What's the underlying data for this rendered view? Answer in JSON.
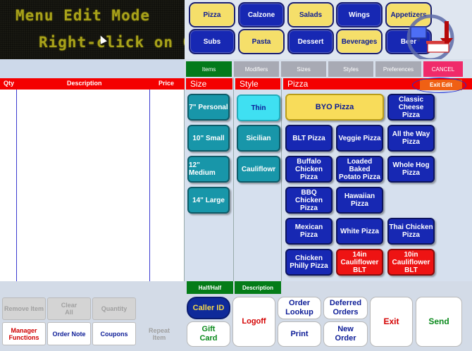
{
  "banner": {
    "line1": "Menu Edit Mode",
    "line2": "Right-click on Grou"
  },
  "categories": [
    {
      "label": "Pizza",
      "style": "y"
    },
    {
      "label": "Calzone",
      "style": "b"
    },
    {
      "label": "Salads",
      "style": "y"
    },
    {
      "label": "Wings",
      "style": "b"
    },
    {
      "label": "Appetizers",
      "style": "y"
    },
    {
      "label": "Subs",
      "style": "b"
    },
    {
      "label": "Pasta",
      "style": "y"
    },
    {
      "label": "Dessert",
      "style": "b"
    },
    {
      "label": "Beverages",
      "style": "y"
    },
    {
      "label": "Beer",
      "style": "b"
    }
  ],
  "tabs": {
    "items": "Items",
    "modifiers": "Modifiers",
    "sizes": "Sizes",
    "styles": "Styles",
    "preferences": "Preferences",
    "cancel": "CANCEL"
  },
  "order": {
    "qty": "Qty",
    "description": "Description",
    "price": "Price"
  },
  "sections": {
    "size": "Size",
    "style": "Style",
    "pizza": "Pizza",
    "exit_edit": "Exit Edit"
  },
  "sizes": [
    "7\" Personal",
    "10\" Small",
    "12\" Medium",
    "14\" Large"
  ],
  "styles": [
    "Thin",
    "Sicilian",
    "Cauliflowr"
  ],
  "pizzas": {
    "byo": "BYO Pizza",
    "classic": "Classic Cheese Pizza",
    "blt": "BLT Pizza",
    "veggie": "Veggie Pizza",
    "allway": "All the Way Pizza",
    "buffalo": "Buffalo Chicken Pizza",
    "loaded": "Loaded Baked Potato Pizza",
    "wholehog": "Whole Hog Pizza",
    "bbq": "BBQ Chicken Pizza",
    "hawaiian": "Hawaiian Pizza",
    "mexican": "Mexican Pizza",
    "white": "White Pizza",
    "thai": "Thai Chicken Pizza",
    "philly": "Chicken Philly Pizza",
    "cauli14": "14in Cauliflower BLT",
    "cauli10": "10in Cauliflower BLT"
  },
  "subtabs": {
    "halfhalf": "Half/Half",
    "description": "Description"
  },
  "bottom": {
    "remove_item": "Remove Item",
    "clear_all": "Clear All",
    "quantity": "Quantity",
    "manager_functions": "Manager Functions",
    "order_note": "Order Note",
    "coupons": "Coupons",
    "repeat_item": "Repeat Item",
    "caller_id": "Caller ID",
    "gift_card": "Gift Card",
    "logoff": "Logoff",
    "order_lookup": "Order Lookup",
    "deferred_orders": "Deferred Orders",
    "print": "Print",
    "new_order": "New Order",
    "exit": "Exit",
    "send": "Send"
  },
  "colors": {
    "accent_red": "#f40000",
    "blue": "#1728b3",
    "yellow": "#f5df6a",
    "teal": "#1896a9",
    "green": "#047c18"
  }
}
